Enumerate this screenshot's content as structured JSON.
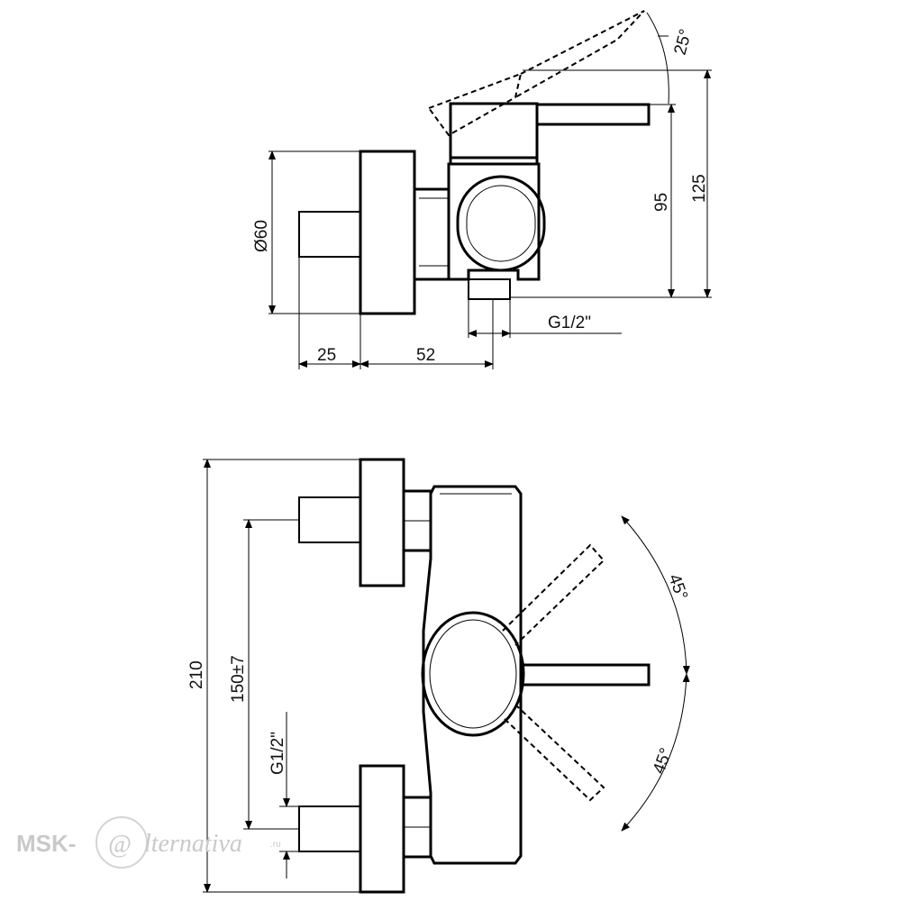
{
  "dimensions": {
    "top_angle": "25°",
    "height_95": "95",
    "height_125": "125",
    "diameter_60": "Ø60",
    "len_25": "25",
    "len_52": "52",
    "thread_top": "G1/2\"",
    "total_210": "210",
    "spacing_150": "150±7",
    "thread_bottom": "G1/2\"",
    "angle_upper": "45°",
    "angle_lower": "45°"
  },
  "watermark": {
    "brand_left": "MSK-",
    "brand_at": "@",
    "brand_right": "lternativa",
    "domain": ".ru"
  }
}
